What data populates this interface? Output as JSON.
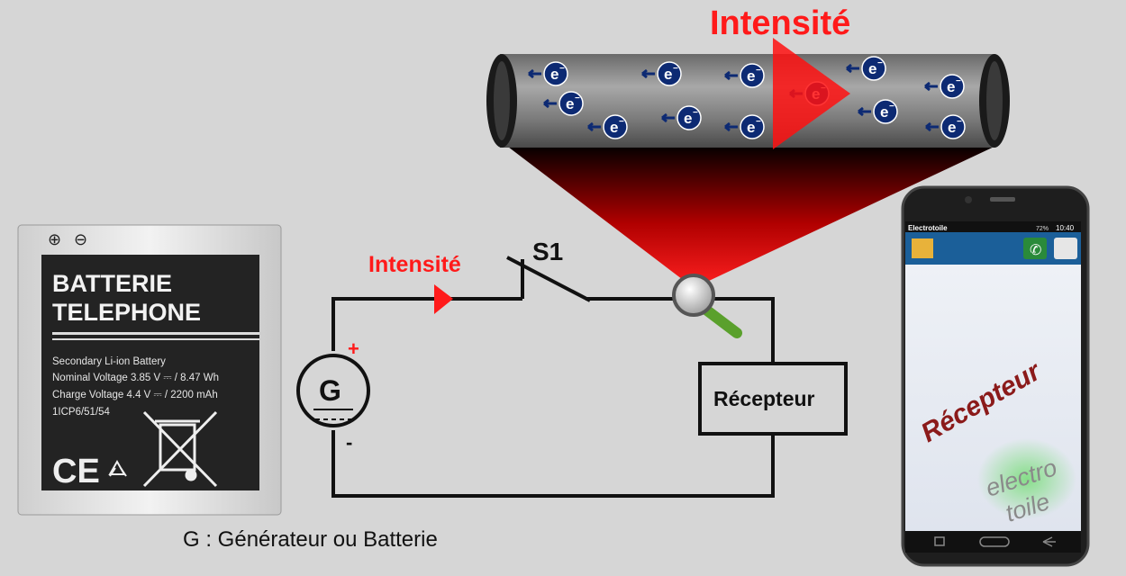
{
  "battery": {
    "plus_symbol": "⊕",
    "minus_symbol": "⊖",
    "title_line1": "BATTERIE",
    "title_line2": "TELEPHONE",
    "spec_line1": "Secondary Li-ion Battery",
    "spec_line2": "Nominal Voltage 3.85 V ⎓ / 8.47 Wh",
    "spec_line3": "Charge Voltage 4.4 V ⎓ / 2200 mAh",
    "spec_line4": "1ICP6/51/54",
    "ce_mark": "CE"
  },
  "circuit": {
    "current_label": "Intensité",
    "switch_label": "S1",
    "generator_letter": "G",
    "generator_plus": "+",
    "generator_minus": "-",
    "receiver_label": "Récepteur"
  },
  "zoom": {
    "current_label": "Intensité",
    "electron_symbol": "e",
    "electron_charge": "−"
  },
  "phone": {
    "app_name": "Electrotoile",
    "status_battery": "72%",
    "status_time": "10:40",
    "watermark_receiver": "Récepteur",
    "watermark_logo_line1": "electro",
    "watermark_logo_line2": "toile"
  },
  "caption": "G : Générateur ou Batterie",
  "colors": {
    "background": "#d6d6d6",
    "current_red": "#ff1a1a",
    "electron_blue": "#0d2a73",
    "wire": "#111111",
    "phone_header": "#1b5f99",
    "watermark_red": "#8b1a1a"
  }
}
